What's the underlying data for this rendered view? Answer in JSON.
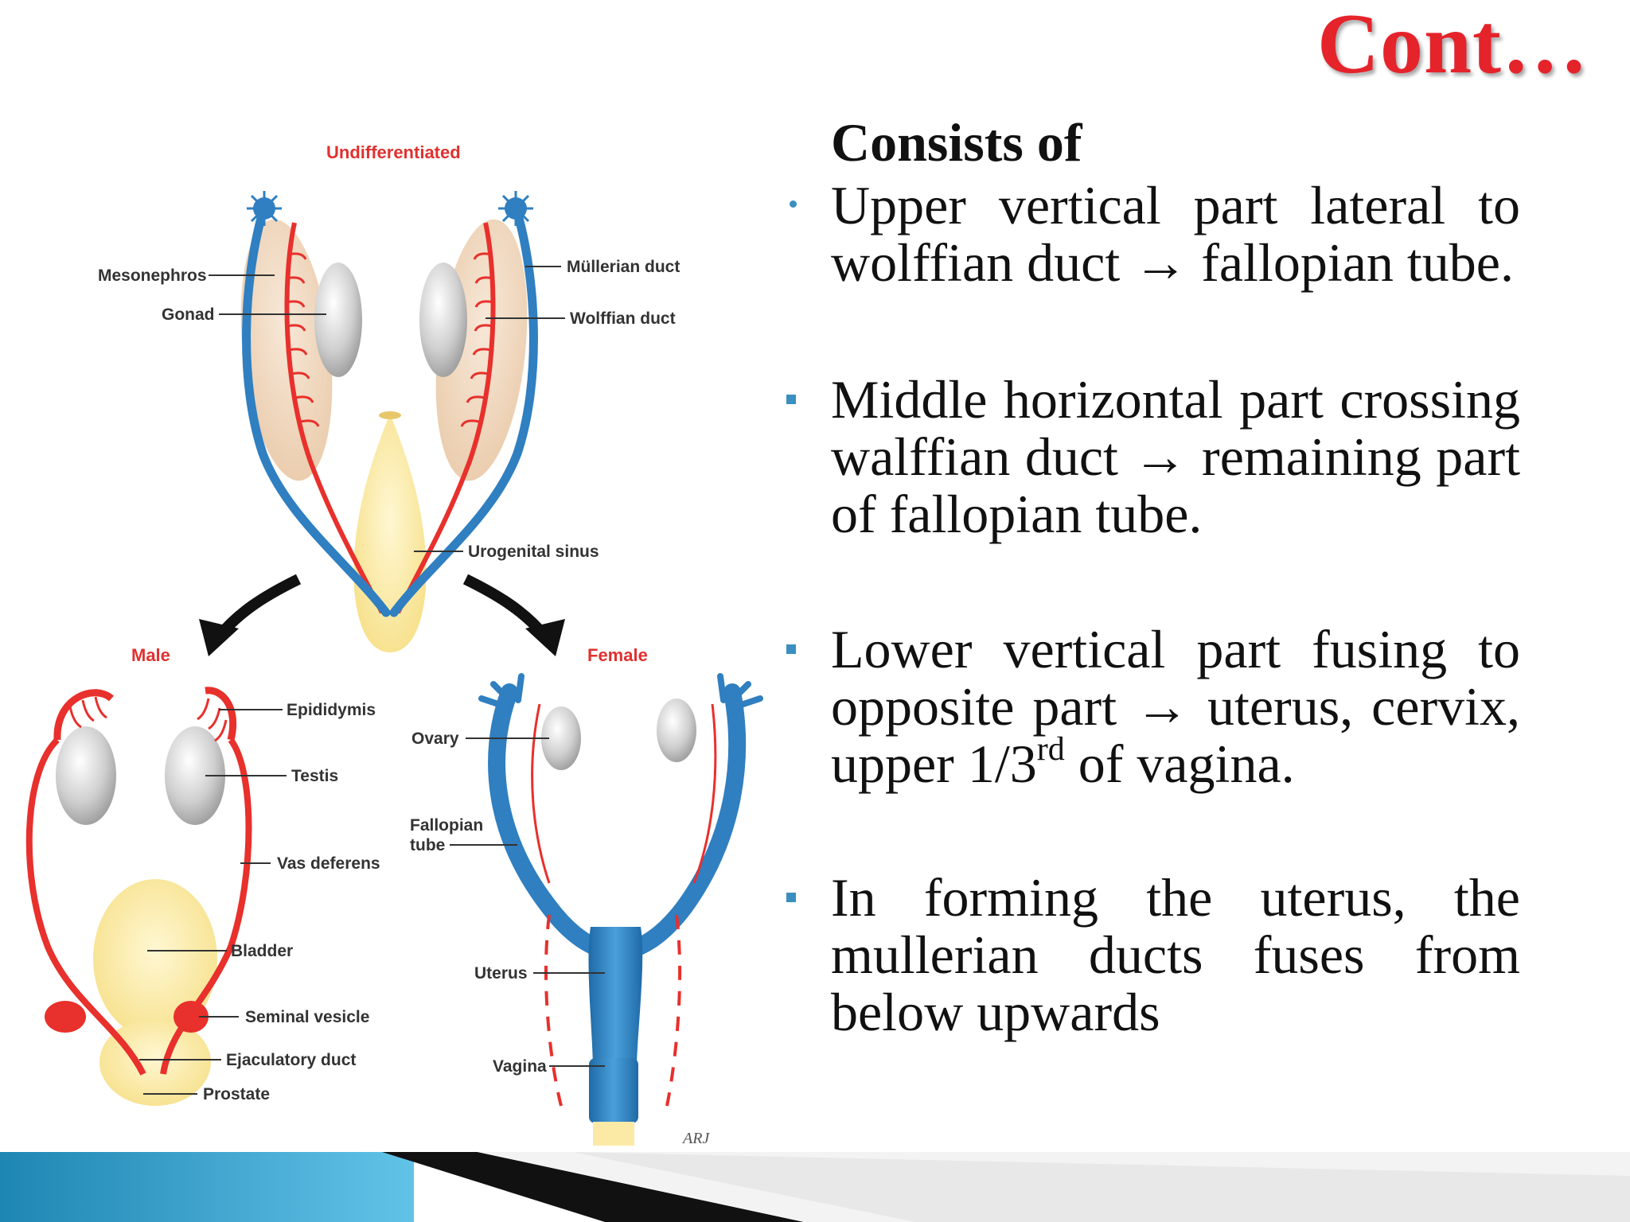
{
  "slide": {
    "title": "Cont…",
    "heading": "Consists of",
    "bullets": [
      "Upper vertical part lateral to wolffian duct → fallopian tube.",
      "Middle horizontal part crossing walffian duct → remaining part of fallopian tube.",
      {
        "before": "Lower vertical part fusing to opposite part → uterus, cervix, upper 1/3",
        "sup": "rd",
        "after": " of vagina."
      },
      "In forming the  uterus, the mullerian ducts fuses from below upwards"
    ]
  },
  "diagram": {
    "undifferentiated": "Undifferentiated",
    "male": "Male",
    "female": "Female",
    "labels": {
      "mesonephros": "Mesonephros",
      "gonad": "Gonad",
      "mullerian": "Müllerian duct",
      "wolffian": "Wolffian duct",
      "urogenital": "Urogenital sinus",
      "epididymis": "Epididymis",
      "testis": "Testis",
      "vas": "Vas deferens",
      "bladder": "Bladder",
      "seminal": "Seminal vesicle",
      "ejaculatory": "Ejaculatory duct",
      "prostate": "Prostate",
      "ovary": "Ovary",
      "fallopian1": "Fallopian",
      "fallopian2": "tube",
      "uterus": "Uterus",
      "vagina": "Vagina",
      "signature": "ARJ"
    },
    "colors": {
      "wolffian_red": "#e8302c",
      "mullerian_blue": "#2f7fc1",
      "mesonephros_tan": "#efd8c0",
      "gonad_gray": "#c9c9c9",
      "sinus_yellow": "#fbeaa6"
    }
  },
  "colors": {
    "title": "#e5232b",
    "bullet": "#3a8fc0",
    "footer_blue": "#2f9ec9"
  }
}
